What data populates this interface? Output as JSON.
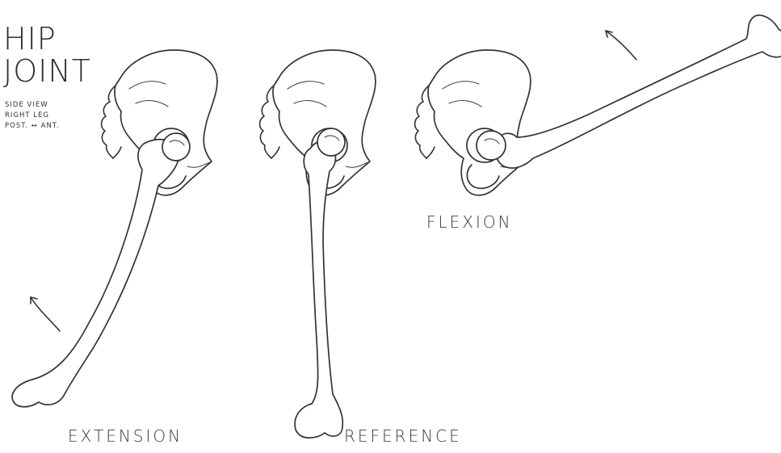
{
  "title_lines": [
    "HIP",
    "JOINT"
  ],
  "subtitle_lines": [
    "SIDE VIEW",
    "RIGHT LEG",
    "POST. ↔ ANT."
  ],
  "captions": {
    "extension": "EXTENSION",
    "reference": "REFERENCE",
    "flexion": "FLEXION"
  },
  "figures": [
    {
      "name": "extension",
      "arrow": "up-left"
    },
    {
      "name": "reference",
      "arrow": "none"
    },
    {
      "name": "flexion",
      "arrow": "up-left"
    }
  ],
  "colors": {
    "ink": "#333333",
    "paper": "#ffffff"
  }
}
